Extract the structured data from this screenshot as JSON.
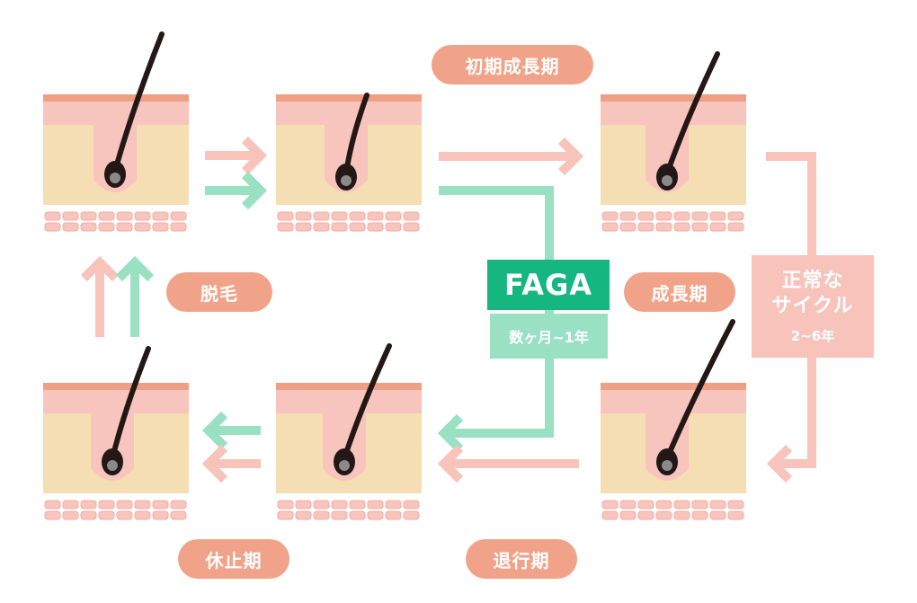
{
  "phases": {
    "early_growth": "初期成長期",
    "growth": "成長期",
    "regression": "退行期",
    "resting": "休止期",
    "shedding": "脱毛"
  },
  "faga": {
    "label": "FAGA",
    "duration": "数ヶ月~1年"
  },
  "normal_cycle": {
    "line1": "正常な",
    "line2": "サイクル",
    "duration": "2~6年"
  },
  "colors": {
    "pink_arrow": "#f7c3bb",
    "green_arrow": "#9ae0c3",
    "label_bg": "#f1a389",
    "faga_bg": "#15b67f",
    "skin_top": "#ef9f83",
    "skin_pink": "#f7c5bd",
    "dermis": "#f6deb4",
    "hair": "#231815"
  },
  "icons": [
    "hair-follicle-icon",
    "arrow-right-icon",
    "arrow-left-icon",
    "arrow-up-icon"
  ]
}
